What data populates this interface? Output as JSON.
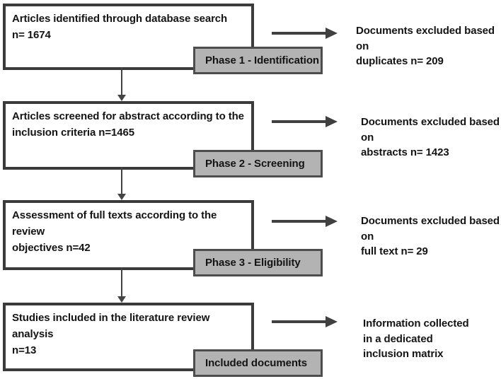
{
  "colors": {
    "background": "#ffffff",
    "box_border": "#3b3b3b",
    "phase_fill": "#b3b3b3",
    "phase_border": "#4d4d4d",
    "arrow": "#404040",
    "text": "#141414"
  },
  "rows": [
    {
      "box_text": "Articles identified through database search\nn= 1674",
      "phase_label": "Phase 1 - Identification",
      "side_text": "Documents excluded based on\nduplicates n= 209"
    },
    {
      "box_text": "Articles screened for abstract according to the\ninclusion criteria n=1465",
      "phase_label": "Phase 2 - Screening",
      "side_text": "Documents excluded based on\nabstracts n= 1423"
    },
    {
      "box_text": "Assessment of full texts according to the review\nobjectives n=42",
      "phase_label": "Phase 3 - Eligibility",
      "side_text": "Documents excluded based on\nfull text n= 29"
    },
    {
      "box_text": "Studies included in the literature review analysis\nn=13",
      "phase_label": "Included documents",
      "side_text": "Information collected\nin a dedicated\ninclusion matrix"
    }
  ]
}
